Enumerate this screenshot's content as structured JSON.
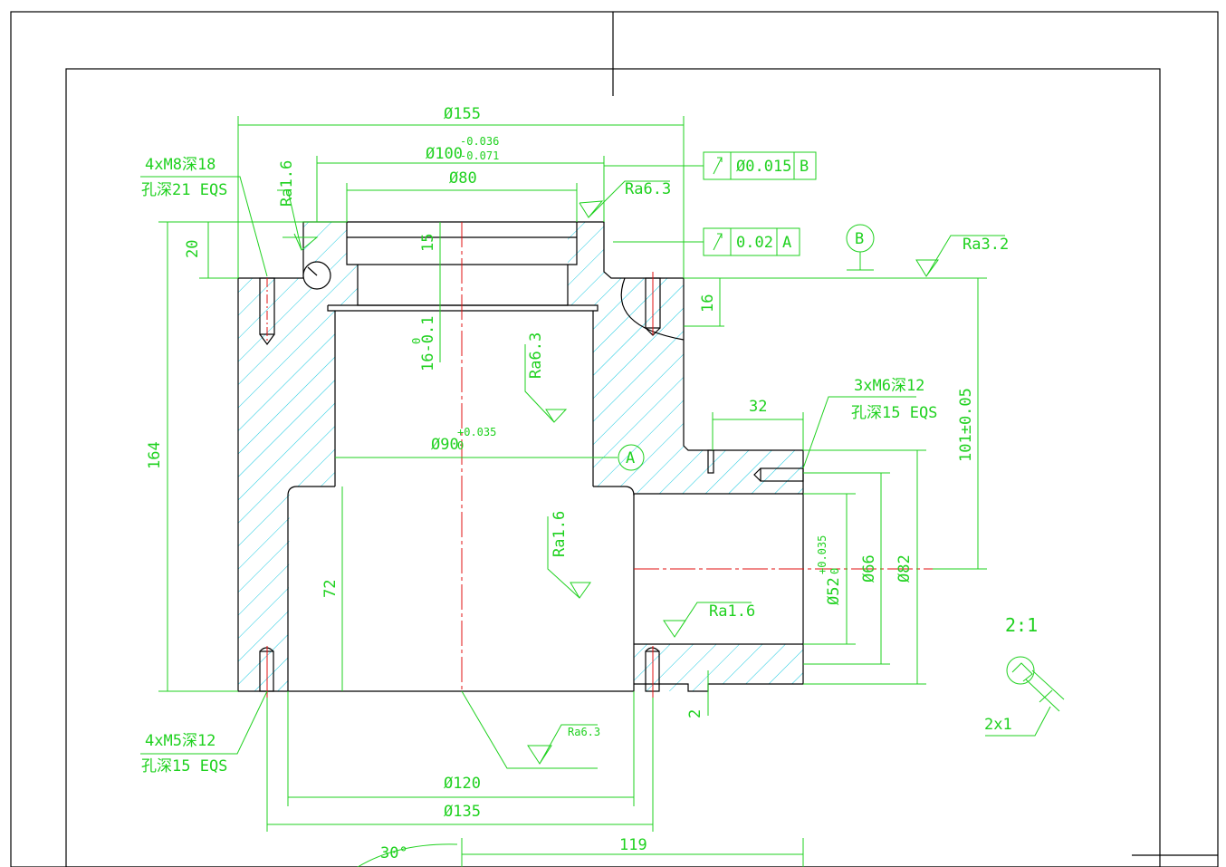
{
  "dimensions": {
    "d155": "Ø155",
    "d100": "Ø100",
    "d100_tol_upper": "-0.036",
    "d100_tol_lower": "-0.071",
    "d80": "Ø80",
    "d90": "Ø90",
    "d90_tol_upper": "+0.035",
    "d90_tol_lower": "0",
    "d120": "Ø120",
    "d135": "Ø135",
    "d52": "Ø52",
    "d52_tol_upper": "+0.035",
    "d52_tol_lower": "0",
    "d66": "Ø66",
    "d82": "Ø82",
    "h164": "164",
    "h20": "20",
    "h15": "15",
    "h16": "16",
    "h16_tol": "16-0.1",
    "h16_tol_upper": "0",
    "h72": "72",
    "h101": "101±0.05",
    "w32": "32",
    "w119": "119",
    "h2": "2",
    "angle30": "30°",
    "chamfer": "2x1",
    "scale": "2:1"
  },
  "roughness": {
    "ra16_top": "Ra1.6",
    "ra63_top": "Ra6.3",
    "ra32": "Ra3.2",
    "ra63_mid": "Ra6.3",
    "ra16_mid": "Ra1.6",
    "ra16_right": "Ra1.6",
    "ra63_bottom": "Ra6.3"
  },
  "notes": {
    "m8_line1": "4xM8深18",
    "m8_line2": "孔深21 EQS",
    "m6_line1": "3xM6深12",
    "m6_line2": "孔深15 EQS",
    "m5_line1": "4xM5深12",
    "m5_line2": "孔深15 EQS"
  },
  "tolerance_frames": {
    "runout_b_value": "Ø0.015",
    "runout_b_datum": "B",
    "runout_a_value": "0.02",
    "runout_a_datum": "A"
  },
  "datums": {
    "a": "A",
    "b": "B"
  },
  "colors": {
    "dimension": "#1fd11f",
    "outline": "#000000",
    "centerline": "#e01010",
    "hatch": "#19c9e0"
  }
}
